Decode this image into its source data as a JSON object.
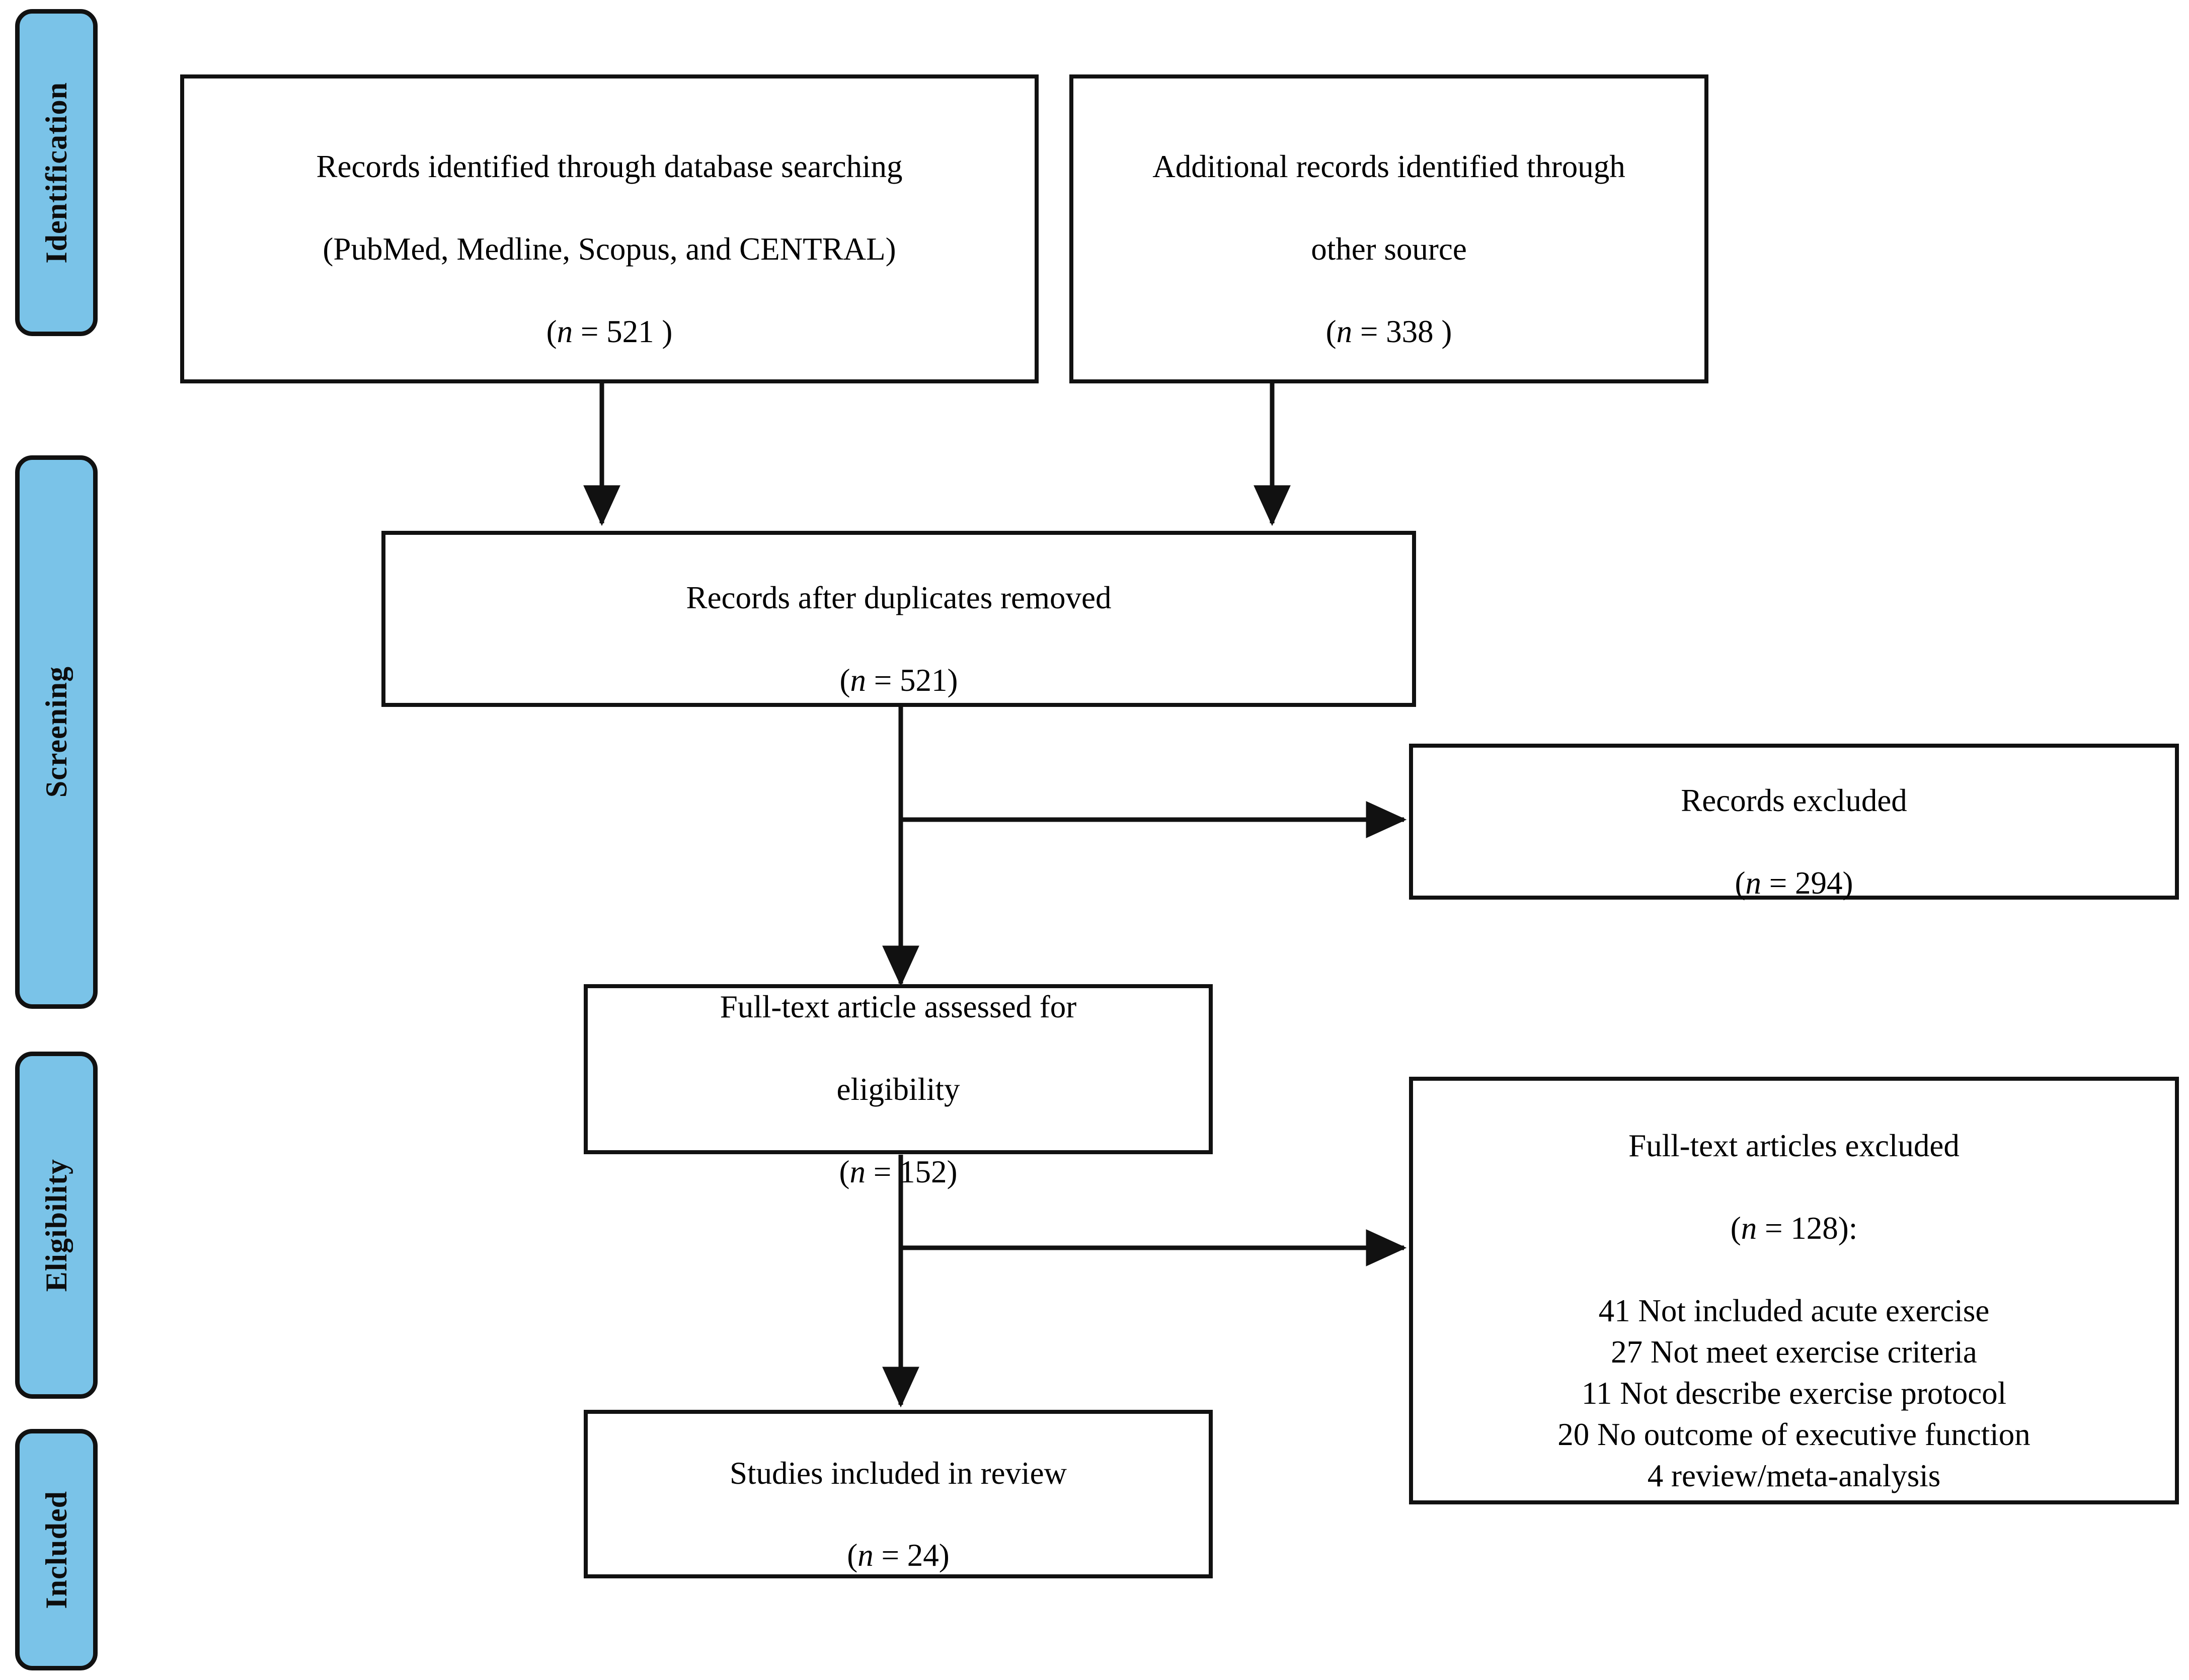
{
  "diagram": {
    "title": "PRISMA flow diagram of study selection",
    "accent_color": "#7ac3e8",
    "line_color": "#111111",
    "background_color": "#ffffff"
  },
  "stages": [
    {
      "label": "Identification"
    },
    {
      "label": "Screening"
    },
    {
      "label": "Eligibility"
    },
    {
      "label": "Included"
    }
  ],
  "boxes": {
    "database_search": {
      "line1": "Records identified through database searching",
      "line2": "(PubMed, Medline, Scopus, and CENTRAL)",
      "n_prefix": "(",
      "n_var": "n",
      "n_value": " = 521 )"
    },
    "other_sources": {
      "line1": "Additional records identified through",
      "line2": "other source",
      "n_prefix": "(",
      "n_var": "n",
      "n_value": " = 338 )"
    },
    "duplicates_removed": {
      "line1": "Records after duplicates removed",
      "n_prefix": "(",
      "n_var": "n",
      "n_value": " = 521)"
    },
    "records_excluded": {
      "line1": "Records excluded",
      "n_prefix": "(",
      "n_var": "n",
      "n_value": " = 294)"
    },
    "fulltext_assessed": {
      "line1": "Full-text article assessed for",
      "line2": "eligibility",
      "n_prefix": "(",
      "n_var": "n",
      "n_value": " = 152)"
    },
    "fulltext_excluded": {
      "line1": "Full-text articles excluded",
      "n_prefix": "(",
      "n_var": "n",
      "n_value": " = 128):",
      "reasons": [
        "41 Not included acute exercise",
        "27 Not meet exercise criteria",
        "11 Not describe exercise protocol",
        "20 No outcome of executive function",
        "4 review/meta-analysis"
      ],
      "reasons_text": "41 Not included acute exercise\n27 Not meet exercise criteria\n11 Not describe exercise protocol\n20 No outcome of executive function\n4 review/meta-analysis"
    },
    "studies_included": {
      "line1": "Studies included in review",
      "n_prefix": "(",
      "n_var": "n",
      "n_value": " = 24)"
    }
  },
  "chart_data": {
    "type": "diagram",
    "title": "PRISMA flow diagram",
    "nodes": [
      {
        "id": "database_search",
        "stage": "Identification",
        "label": "Records identified through database searching (PubMed, Medline, Scopus, and CENTRAL)",
        "n": 521
      },
      {
        "id": "other_sources",
        "stage": "Identification",
        "label": "Additional records identified through other source",
        "n": 338
      },
      {
        "id": "duplicates_removed",
        "stage": "Screening",
        "label": "Records after duplicates removed",
        "n": 521
      },
      {
        "id": "records_excluded",
        "stage": "Screening",
        "label": "Records excluded",
        "n": 294
      },
      {
        "id": "fulltext_assessed",
        "stage": "Eligibility",
        "label": "Full-text article assessed for eligibility",
        "n": 152
      },
      {
        "id": "fulltext_excluded",
        "stage": "Eligibility",
        "label": "Full-text articles excluded",
        "n": 128,
        "breakdown": [
          {
            "count": 41,
            "reason": "Not included acute exercise"
          },
          {
            "count": 27,
            "reason": "Not meet exercise criteria"
          },
          {
            "count": 11,
            "reason": "Not describe exercise protocol"
          },
          {
            "count": 20,
            "reason": "No outcome of executive function"
          },
          {
            "count": 4,
            "reason": "review/meta-analysis"
          }
        ]
      },
      {
        "id": "studies_included",
        "stage": "Included",
        "label": "Studies included in review",
        "n": 24
      }
    ],
    "edges": [
      {
        "from": "database_search",
        "to": "duplicates_removed",
        "type": "down"
      },
      {
        "from": "other_sources",
        "to": "duplicates_removed",
        "type": "down"
      },
      {
        "from": "duplicates_removed",
        "to": "records_excluded",
        "type": "right"
      },
      {
        "from": "duplicates_removed",
        "to": "fulltext_assessed",
        "type": "down"
      },
      {
        "from": "fulltext_assessed",
        "to": "fulltext_excluded",
        "type": "right"
      },
      {
        "from": "fulltext_assessed",
        "to": "studies_included",
        "type": "down"
      }
    ]
  }
}
